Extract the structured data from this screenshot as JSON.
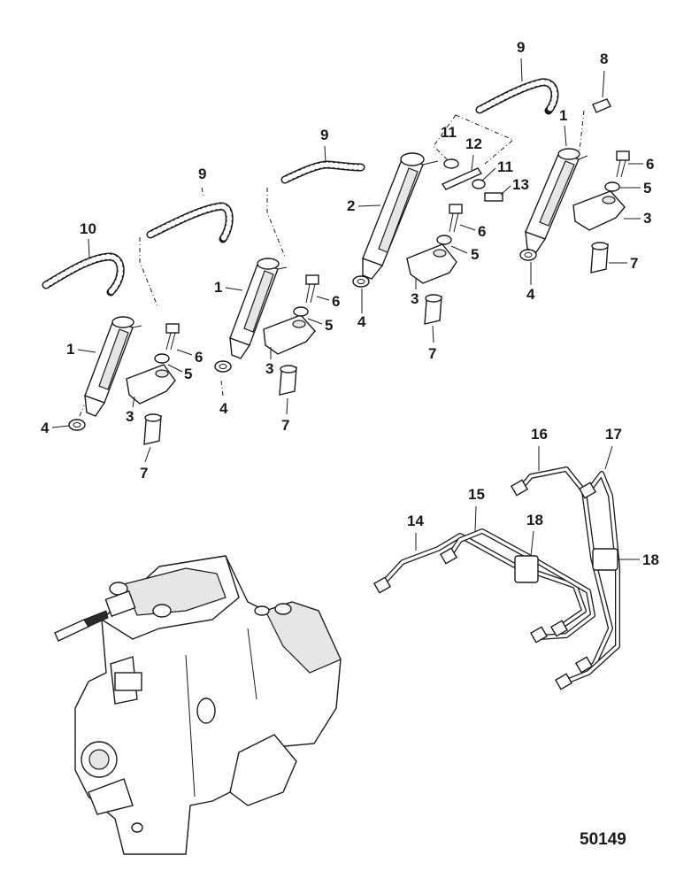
{
  "callouts": {
    "c_1a": "1",
    "c_1b": "1",
    "c_1c": "1",
    "c_2": "2",
    "c_3a": "3",
    "c_3b": "3",
    "c_3c": "3",
    "c_3d": "3",
    "c_4a": "4",
    "c_4b": "4",
    "c_4c": "4",
    "c_4d": "4",
    "c_5a": "5",
    "c_5b": "5",
    "c_5c": "5",
    "c_5d": "5",
    "c_6a": "6",
    "c_6b": "6",
    "c_6c": "6",
    "c_6d": "6",
    "c_7a": "7",
    "c_7b": "7",
    "c_7c": "7",
    "c_7d": "7",
    "c_8": "8",
    "c_9a": "9",
    "c_9b": "9",
    "c_9c": "9",
    "c_10": "10",
    "c_11a": "11",
    "c_11b": "11",
    "c_12": "12",
    "c_13": "13",
    "c_14": "14",
    "c_15": "15",
    "c_16": "16",
    "c_17": "17",
    "c_18a": "18",
    "c_18b": "18"
  },
  "reference_number": "50149",
  "colors": {
    "ink": "#1a1a1a",
    "paper": "#ffffff",
    "shade": "#e6e6e6"
  }
}
